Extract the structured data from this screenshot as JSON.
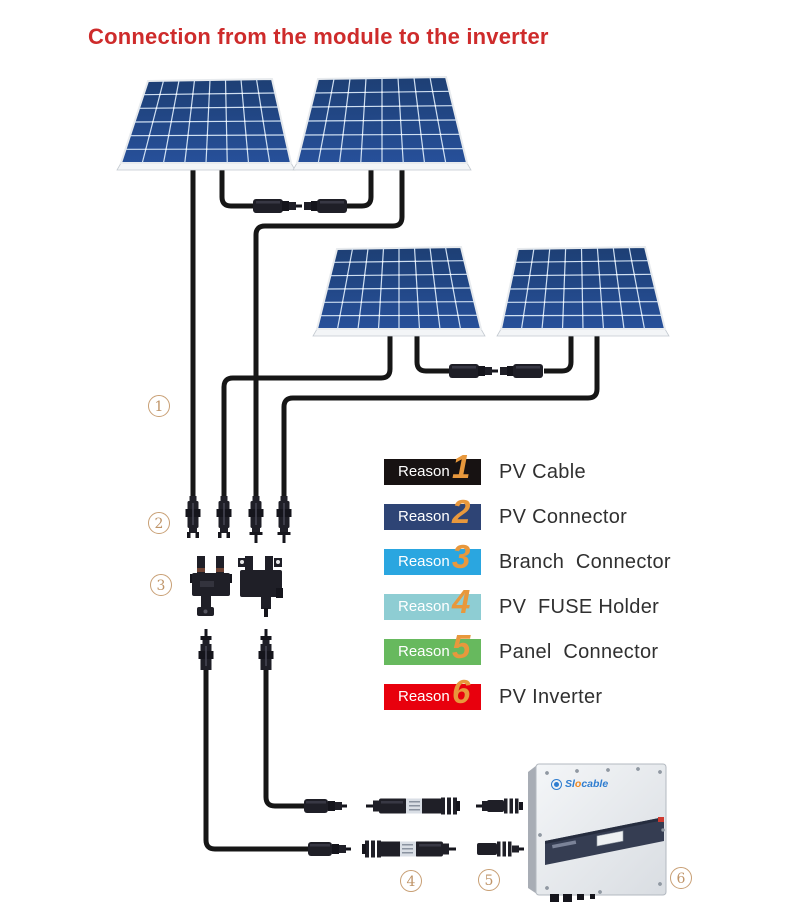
{
  "title": "Connection from the module to the inverter",
  "legend": {
    "number_color": "#e8983c",
    "items": [
      {
        "badge": "Reason",
        "number": "1",
        "label": "PV Cable",
        "color": "#171212"
      },
      {
        "badge": "Reason",
        "number": "2",
        "label": "PV Connector",
        "color": "#2e4475"
      },
      {
        "badge": "Reason",
        "number": "3",
        "label": "Branch  Connector",
        "color": "#2aa6e0"
      },
      {
        "badge": "Reason",
        "number": "4",
        "label": "PV  FUSE Holder",
        "color": "#8ecdd3"
      },
      {
        "badge": "Reason",
        "number": "5",
        "label": "Panel  Connector",
        "color": "#67b95e"
      },
      {
        "badge": "Reason",
        "number": "6",
        "label": "PV Inverter",
        "color": "#e8000d"
      }
    ]
  },
  "markers": [
    "1",
    "2",
    "3",
    "4",
    "5",
    "6"
  ],
  "inverter": {
    "brand_parts": [
      "Sl",
      "o",
      "cable"
    ]
  },
  "colors": {
    "title": "#ce2b2b",
    "marker": "#bf9468",
    "cable": "#161616",
    "connector": "#1f1f27",
    "connector_dark": "#15151c",
    "panel_top": "#1d3f74",
    "panel_bottom": "#27509a",
    "grid_line": "#d9e8f8",
    "inverter_band": "#353d52",
    "logo_blue": "#2f7dd0",
    "logo_orange": "#f08a24"
  }
}
